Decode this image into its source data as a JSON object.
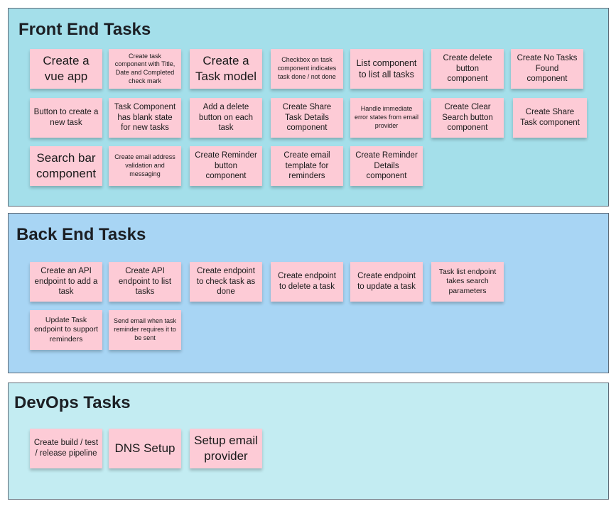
{
  "colors": {
    "front_end_bg": "#a4dfea",
    "back_end_bg": "#a8d5f4",
    "devops_bg": "#c3ecf2",
    "frame_border": "#5e6b78",
    "sticky_note": "#fdcbd6"
  },
  "front_end": {
    "title": "Front End Tasks",
    "notes": [
      "Create a vue app",
      "Create task component with Title, Date and Completed check mark",
      "Create a Task model",
      "Checkbox on task component indicates task done / not done",
      "List component to list all tasks",
      "Create delete button component",
      "Create No Tasks Found component",
      "Button to create a new task",
      "Task Component has blank state for new tasks",
      "Add a delete button on each task",
      "Create Share Task Details component",
      "Handle immediate error states from email provider",
      "Create Clear Search button component",
      "Create Share Task component",
      "Search bar component",
      "Create email address validation and messaging",
      "Create Reminder button component",
      "Create email template for reminders",
      "Create Reminder Details component"
    ]
  },
  "back_end": {
    "title": "Back End Tasks",
    "notes": [
      "Create an API endpoint to add a task",
      "Create API endpoint to list tasks",
      "Create endpoint to check task as done",
      "Create endpoint to delete a task",
      "Create endpoint to update a task",
      "Task list endpoint takes search parameters",
      "Update Task endpoint to support reminders",
      "Send email when task reminder requires it to be sent"
    ]
  },
  "devops": {
    "title": "DevOps Tasks",
    "notes": [
      "Create build / test / release pipeline",
      "DNS Setup",
      "Setup email provider"
    ]
  }
}
